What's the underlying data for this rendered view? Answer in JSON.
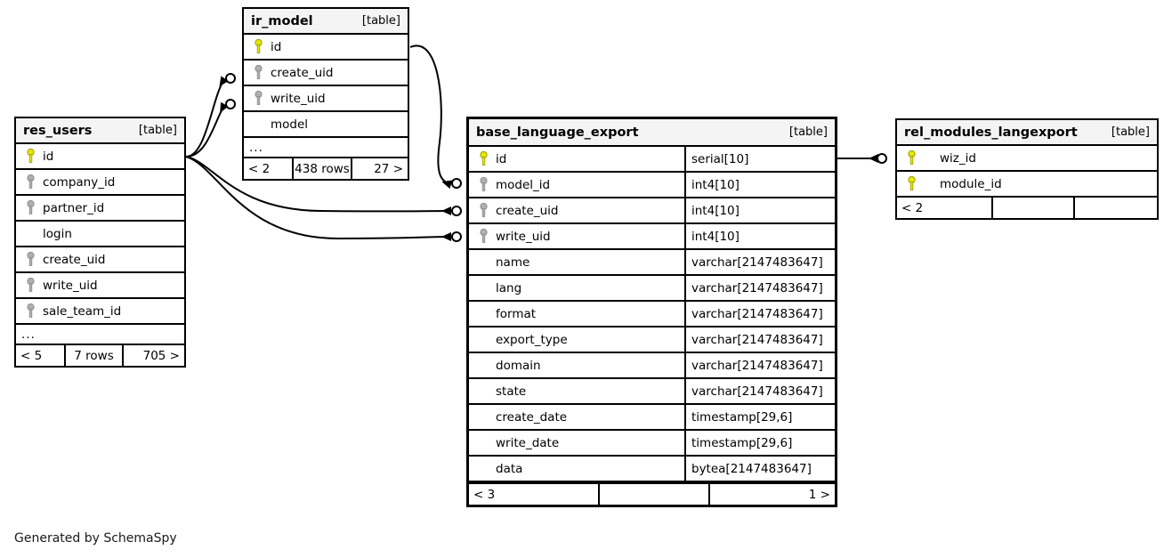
{
  "diagram": {
    "tool_credit": "Generated by SchemaSpy",
    "table_tag": "[table]",
    "ellipsis": "...",
    "colors": {
      "primary_key": "#e8e800",
      "foreign_key": "#b0b0b0",
      "border": "#000000",
      "header_background": "#f4f4f4",
      "page_background": "#ffffff"
    }
  },
  "tables": [
    {
      "id": "res_users",
      "name": "res_users",
      "tag": "[table]",
      "focal": false,
      "show_types": false,
      "has_ellipsis": true,
      "columns": [
        {
          "name": "id",
          "key": "primary"
        },
        {
          "name": "company_id",
          "key": "foreign"
        },
        {
          "name": "partner_id",
          "key": "foreign"
        },
        {
          "name": "login",
          "key": "none"
        },
        {
          "name": "create_uid",
          "key": "foreign"
        },
        {
          "name": "write_uid",
          "key": "foreign"
        },
        {
          "name": "sale_team_id",
          "key": "foreign"
        }
      ],
      "footer": {
        "left": "< 5",
        "center": "7 rows",
        "right": "705 >"
      }
    },
    {
      "id": "ir_model",
      "name": "ir_model",
      "tag": "[table]",
      "focal": false,
      "show_types": false,
      "has_ellipsis": true,
      "columns": [
        {
          "name": "id",
          "key": "primary"
        },
        {
          "name": "create_uid",
          "key": "foreign"
        },
        {
          "name": "write_uid",
          "key": "foreign"
        },
        {
          "name": "model",
          "key": "none"
        }
      ],
      "footer": {
        "left": "< 2",
        "center": "438 rows",
        "right": "27 >"
      }
    },
    {
      "id": "base_language_export",
      "name": "base_language_export",
      "tag": "[table]",
      "focal": true,
      "show_types": true,
      "has_ellipsis": false,
      "columns": [
        {
          "name": "id",
          "key": "primary",
          "type": "serial[10]"
        },
        {
          "name": "model_id",
          "key": "foreign",
          "type": "int4[10]"
        },
        {
          "name": "create_uid",
          "key": "foreign",
          "type": "int4[10]"
        },
        {
          "name": "write_uid",
          "key": "foreign",
          "type": "int4[10]"
        },
        {
          "name": "name",
          "key": "none",
          "type": "varchar[2147483647]"
        },
        {
          "name": "lang",
          "key": "none",
          "type": "varchar[2147483647]"
        },
        {
          "name": "format",
          "key": "none",
          "type": "varchar[2147483647]"
        },
        {
          "name": "export_type",
          "key": "none",
          "type": "varchar[2147483647]"
        },
        {
          "name": "domain",
          "key": "none",
          "type": "varchar[2147483647]"
        },
        {
          "name": "state",
          "key": "none",
          "type": "varchar[2147483647]"
        },
        {
          "name": "create_date",
          "key": "none",
          "type": "timestamp[29,6]"
        },
        {
          "name": "write_date",
          "key": "none",
          "type": "timestamp[29,6]"
        },
        {
          "name": "data",
          "key": "none",
          "type": "bytea[2147483647]"
        }
      ],
      "footer": {
        "left": "< 3",
        "center": "",
        "right": "1 >"
      }
    },
    {
      "id": "rel_modules_langexport",
      "name": "rel_modules_langexport",
      "tag": "[table]",
      "focal": false,
      "show_types": false,
      "has_ellipsis": false,
      "columns": [
        {
          "name": "wiz_id",
          "key": "primary"
        },
        {
          "name": "module_id",
          "key": "primary"
        }
      ],
      "footer": {
        "left": "< 2",
        "center": "",
        "right": ""
      }
    }
  ],
  "relationships": [
    {
      "from_table": "res_users",
      "from_column": "id",
      "to_table": "ir_model",
      "to_column": "create_uid"
    },
    {
      "from_table": "res_users",
      "from_column": "id",
      "to_table": "ir_model",
      "to_column": "write_uid"
    },
    {
      "from_table": "res_users",
      "from_column": "id",
      "to_table": "base_language_export",
      "to_column": "create_uid"
    },
    {
      "from_table": "res_users",
      "from_column": "id",
      "to_table": "base_language_export",
      "to_column": "write_uid"
    },
    {
      "from_table": "ir_model",
      "from_column": "id",
      "to_table": "base_language_export",
      "to_column": "model_id"
    },
    {
      "from_table": "base_language_export",
      "from_column": "id",
      "to_table": "rel_modules_langexport",
      "to_column": "wiz_id"
    }
  ]
}
